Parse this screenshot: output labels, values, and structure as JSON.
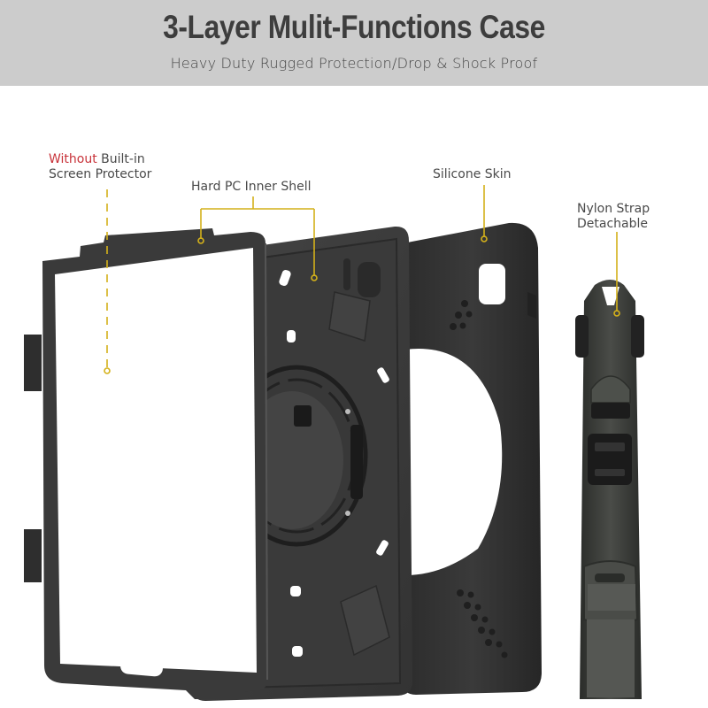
{
  "header": {
    "title": "3-Layer Mulit-Functions Case",
    "subtitle": "Heavy Duty Rugged Protection/Drop & Shock Proof",
    "background": "#cccccc",
    "title_color": "#3d3d3d"
  },
  "labels": {
    "screen_protector": {
      "accent": "Without",
      "line1_rest": " Built-in",
      "line2": "Screen Protector",
      "accent_color": "#c8333a"
    },
    "inner_shell": {
      "text": "Hard PC Inner Shell"
    },
    "silicone_skin": {
      "text": "Silicone Skin"
    },
    "nylon_strap": {
      "line1": "Nylon Strap",
      "line2": "Detachable"
    }
  },
  "callout_line_color": "#d4b11a",
  "components": [
    {
      "name": "Front frame (no screen protector)",
      "color": "#3a3a3a"
    },
    {
      "name": "Hard PC inner shell with rotating hand strap",
      "color": "#3b3b3b"
    },
    {
      "name": "Silicone skin",
      "color": "#333333"
    },
    {
      "name": "Nylon shoulder strap",
      "color": "#3e403d"
    }
  ]
}
